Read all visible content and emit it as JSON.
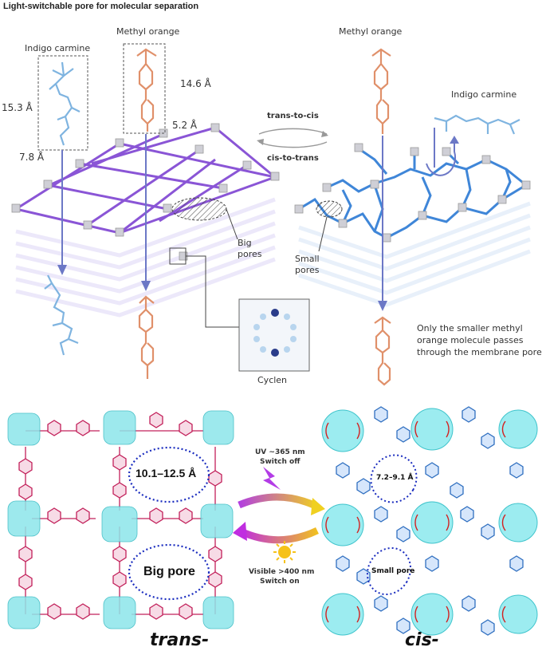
{
  "title": "Light-switchable pore for molecular separation",
  "top": {
    "left_molecule_a": "Indigo carmine",
    "left_molecule_b": "Methyl orange",
    "dim_indigo_len": "15.3 Å",
    "dim_indigo_w": "7.8 Å",
    "dim_mo_len": "14.6 Å",
    "dim_mo_w": "5.2 Å",
    "switch_forward": "trans-to-cis",
    "switch_back": "cis-to-trans",
    "right_molecule_a": "Methyl orange",
    "right_molecule_b": "Indigo carmine",
    "big_pores_1": "Big",
    "big_pores_2": "pores",
    "small_pores_1": "Small",
    "small_pores_2": "pores",
    "cyclen": "Cyclen",
    "note_1": "Only the smaller methyl",
    "note_2": "orange molecule passes",
    "note_3": "through the membrane pore"
  },
  "bottom": {
    "trans_pore_size": "10.1–12.5 Å",
    "trans_pore_label": "Big pore",
    "uv_1": "UV ~365 nm",
    "uv_2": "Switch off",
    "vis_1": "Visible >400 nm",
    "vis_2": "Switch on",
    "cis_pore_size": "7.2–9.1 Å",
    "cis_pore_label": "Small pore",
    "trans_label": "trans-",
    "cis_label": "cis-"
  },
  "colors": {
    "framework_purple": "#8a55d6",
    "framework_blue": "#3f86d8",
    "indigo": "#7fb4e0",
    "methyl_orange": "#e0906a",
    "azo_red": "#d6406a",
    "azo_blue": "#2f6fc0",
    "cyclen_cyan": "#8de6ea",
    "pore_ring": "#1b2dbf"
  }
}
